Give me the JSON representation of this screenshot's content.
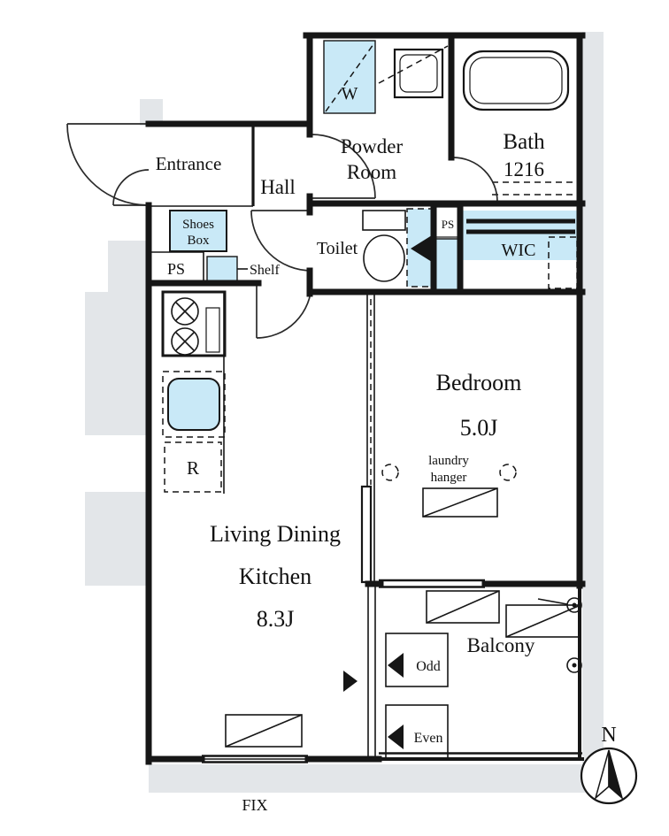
{
  "colors": {
    "wall": "#161616",
    "structure_gray": "#e3e6e9",
    "fixture_blue": "#c9e9f7",
    "text": "#111111",
    "background": "#ffffff"
  },
  "rooms": {
    "entrance": {
      "label": "Entrance"
    },
    "hall": {
      "label": "Hall"
    },
    "powder_room": {
      "line1": "Powder",
      "line2": "Room"
    },
    "bath": {
      "label": "Bath",
      "size": "1216"
    },
    "toilet": {
      "label": "Toilet"
    },
    "wic": {
      "label": "WIC"
    },
    "bedroom": {
      "label": "Bedroom",
      "size": "5.0J"
    },
    "ldk": {
      "line1": "Living Dining",
      "line2": "Kitchen",
      "size": "8.3J"
    },
    "balcony": {
      "label": "Balcony"
    }
  },
  "fixtures": {
    "shoes_box": {
      "line1": "Shoes",
      "line2": "Box"
    },
    "shelf": {
      "label": "Shelf"
    },
    "washer": {
      "label": "W"
    },
    "ps_entrance": {
      "label": "PS"
    },
    "ps_toilet": {
      "label": "PS"
    },
    "refrigerator": {
      "label": "R"
    },
    "laundry_hanger": {
      "line1": "laundry",
      "line2": "hanger"
    },
    "hatch_odd": {
      "label": "Odd"
    },
    "hatch_even": {
      "label": "Even"
    },
    "fix_window": {
      "label": "FIX"
    }
  },
  "compass": {
    "label": "N"
  }
}
